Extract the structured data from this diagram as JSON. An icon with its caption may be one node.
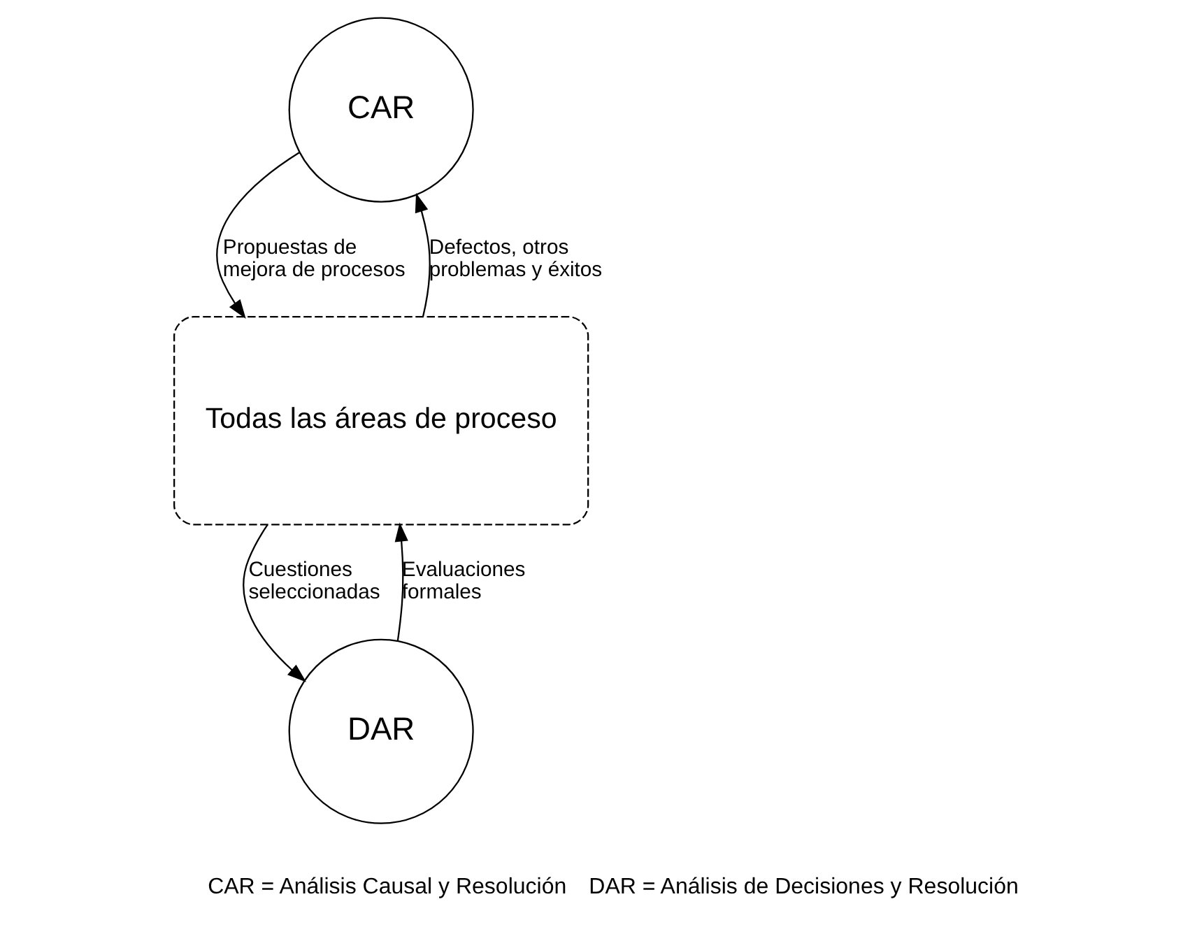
{
  "diagram": {
    "nodes": [
      {
        "text": [
          "CAR"
        ]
      },
      {
        "text": [
          "Todas las áreas de proceso"
        ]
      },
      {
        "text": [
          "DAR"
        ]
      }
    ],
    "edges": [
      {
        "from": 0,
        "to": 1,
        "arrow": "to",
        "label": "Propuestas de mejora de procesos"
      },
      {
        "from": 1,
        "to": 0,
        "arrow": "to",
        "label": "Defectos, otros problemas y éxitos"
      },
      {
        "from": 1,
        "to": 2,
        "arrow": "to",
        "label": "Cuestiones seleccionadas"
      },
      {
        "from": 2,
        "to": 1,
        "arrow": "to",
        "label": "Evaluaciones formales"
      }
    ],
    "labels": [
      "CAR = Análisis Causal y Resolución",
      "DAR = Análisis de Decisiones y Resolución"
    ]
  }
}
